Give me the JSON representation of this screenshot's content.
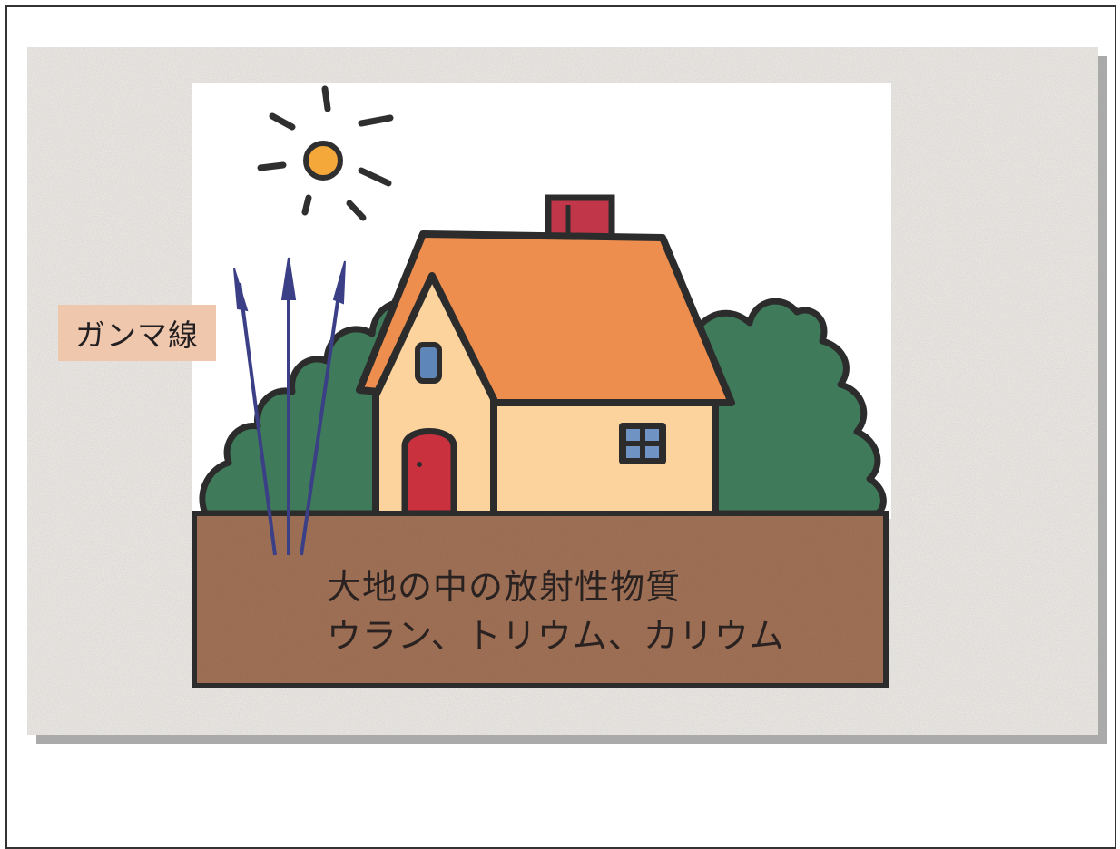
{
  "labels": {
    "gamma_ray": "ガンマ線",
    "soil_line1": "大地の中の放射性物質",
    "soil_line2": "ウラン、トリウム、カリウム"
  },
  "colors": {
    "soil": "#9b6a4f",
    "roof": "#ee8e4e",
    "wall": "#fcd39d",
    "door": "#c9313f",
    "chimney": "#c2364a",
    "bushes": "#3f7b5b",
    "sun": "#f5a83a",
    "gamma_arrows": "#3b3f86",
    "label_bg": "#efc7ad"
  },
  "icons": [
    "sun-icon",
    "house-icon",
    "bush-icon",
    "gamma-ray-arrow-icon"
  ]
}
